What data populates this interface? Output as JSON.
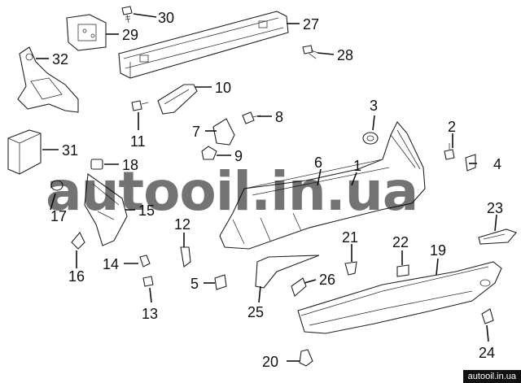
{
  "callouts": {
    "n1": "1",
    "n2": "2",
    "n3": "3",
    "n4": "4",
    "n5": "5",
    "n6": "6",
    "n7": "7",
    "n8": "8",
    "n9": "9",
    "n10": "10",
    "n11": "11",
    "n12": "12",
    "n13": "13",
    "n14": "14",
    "n15": "15",
    "n16": "16",
    "n17": "17",
    "n18": "18",
    "n19": "19",
    "n20": "20",
    "n21": "21",
    "n22": "22",
    "n23": "23",
    "n24": "24",
    "n25": "25",
    "n26": "26",
    "n27": "27",
    "n28": "28",
    "n29": "29",
    "n30": "30",
    "n31": "31",
    "n32": "32"
  },
  "watermark": {
    "main": "autooil.in.ua",
    "badge": "autooil.in.ua"
  }
}
